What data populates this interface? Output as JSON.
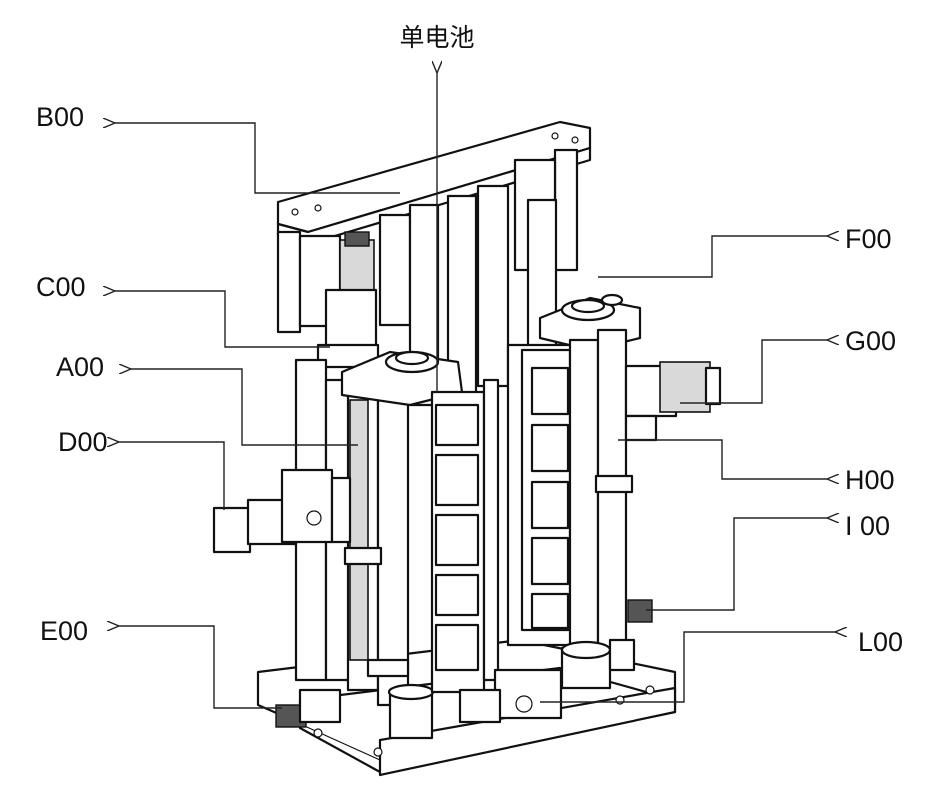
{
  "diagram": {
    "top_label": "单电池",
    "callouts": [
      {
        "id": "B00",
        "label": "B00"
      },
      {
        "id": "C00",
        "label": "C00"
      },
      {
        "id": "A00",
        "label": "A00"
      },
      {
        "id": "D00",
        "label": "D00"
      },
      {
        "id": "E00",
        "label": "E00"
      },
      {
        "id": "F00",
        "label": "F00"
      },
      {
        "id": "G00",
        "label": "G00"
      },
      {
        "id": "H00",
        "label": "H00"
      },
      {
        "id": "I00",
        "label": "I 00"
      },
      {
        "id": "L00",
        "label": "L00"
      }
    ]
  }
}
